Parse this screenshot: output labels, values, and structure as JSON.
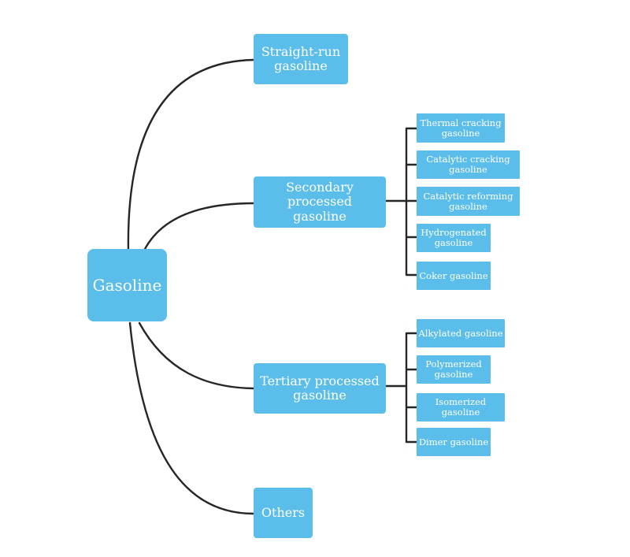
{
  "root": {
    "label": "Gasoline"
  },
  "branches": [
    {
      "label": "Straight-run\ngasoline",
      "children": []
    },
    {
      "label": "Secondary\nprocessed\ngasoline",
      "children": [
        {
          "label": "Thermal cracking\ngasoline"
        },
        {
          "label": "Catalytic cracking\ngasoline"
        },
        {
          "label": "Catalytic reforming\ngasoline"
        },
        {
          "label": "Hydrogenated\ngasoline"
        },
        {
          "label": "Coker gasoline"
        }
      ]
    },
    {
      "label": "Tertiary processed\ngasoline",
      "children": [
        {
          "label": "Alkylated gasoline"
        },
        {
          "label": "Polymerized\ngasoline"
        },
        {
          "label": "Isomerized gasoline"
        },
        {
          "label": "Dimer gasoline"
        }
      ]
    },
    {
      "label": "Others",
      "children": []
    }
  ],
  "colors": {
    "node_fill": "#5bbdea",
    "node_text": "#ffffff",
    "connector": "#262626"
  }
}
